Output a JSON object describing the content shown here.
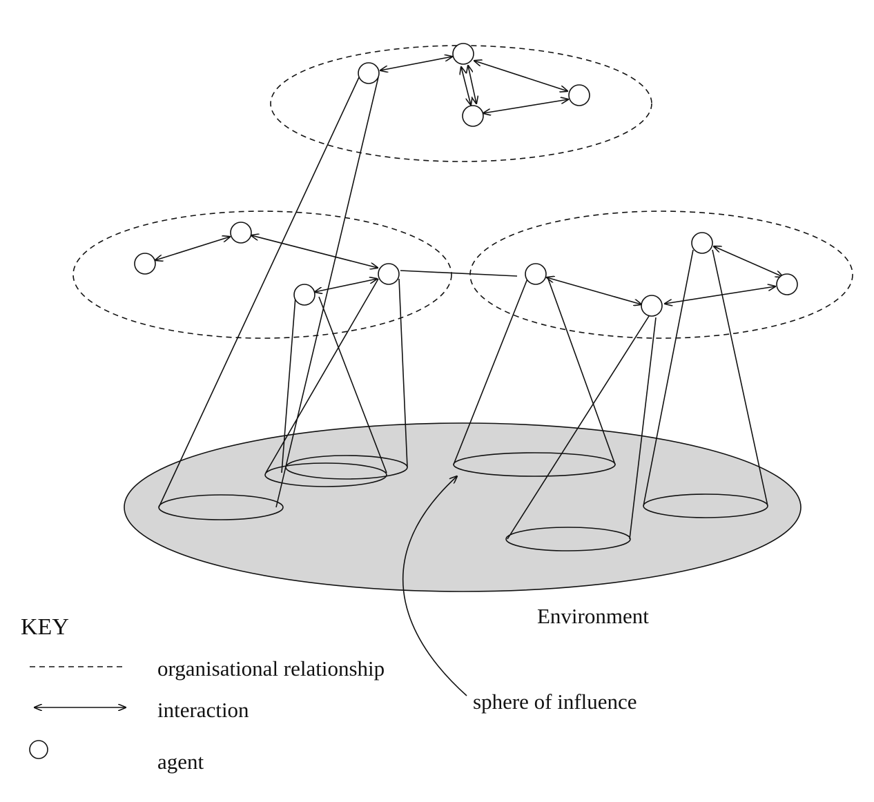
{
  "labels": {
    "environment": "Environment",
    "sphere": "sphere of influence"
  },
  "key": {
    "title": "KEY",
    "organisational": "organisational relationship",
    "interaction": "interaction",
    "agent": "agent"
  },
  "colors": {
    "stroke": "#111111",
    "environment_fill": "#d6d6d6",
    "background": "#ffffff"
  }
}
